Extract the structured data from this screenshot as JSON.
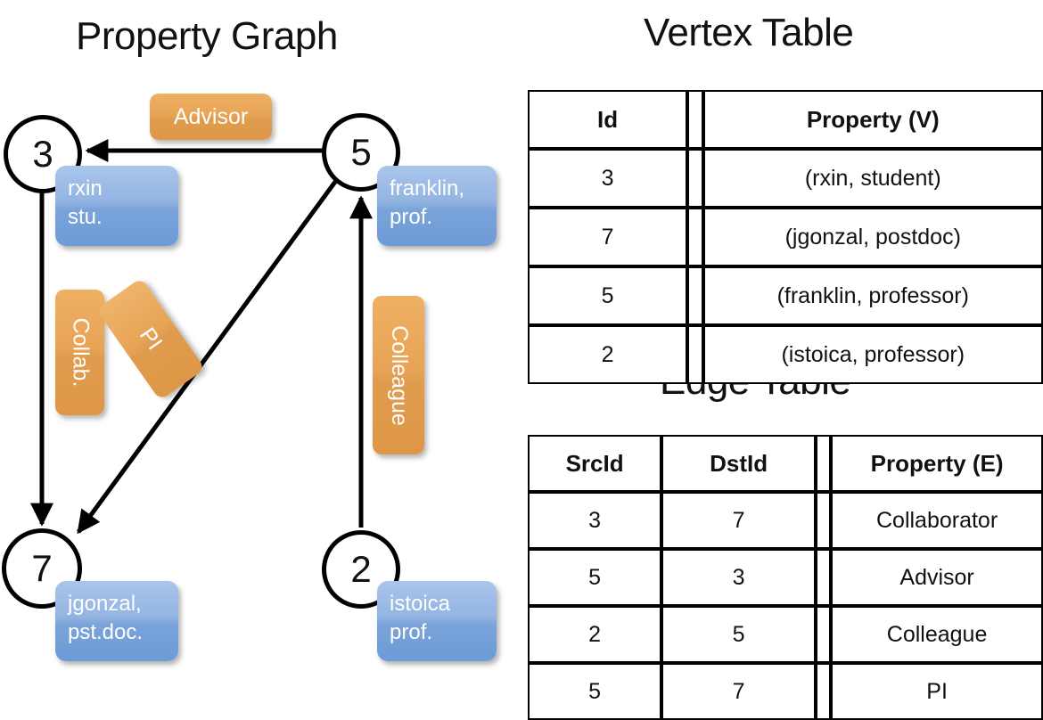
{
  "titles": {
    "property_graph": "Property Graph",
    "vertex_table": "Vertex Table",
    "edge_table": "Edge Table"
  },
  "graph": {
    "nodes": [
      {
        "id": "3",
        "property": "rxin\nstu."
      },
      {
        "id": "5",
        "property": "franklin,\nprof."
      },
      {
        "id": "7",
        "property": "jgonzal,\npst.doc."
      },
      {
        "id": "2",
        "property": "istoica\nprof."
      }
    ],
    "node_labels": {
      "n3": "3",
      "n5": "5",
      "n7": "7",
      "n2": "2"
    },
    "property_boxes": {
      "rxin_line1": "rxin",
      "rxin_line2": "stu.",
      "franklin_line1": "franklin,",
      "franklin_line2": "prof.",
      "jgonzal_line1": "jgonzal,",
      "jgonzal_line2": "pst.doc.",
      "istoica_line1": "istoica",
      "istoica_line2": "prof."
    },
    "edge_labels": {
      "advisor": "Advisor",
      "collab": "Collab.",
      "pi": "PI",
      "colleague": "Colleague"
    },
    "edges": [
      {
        "from": "5",
        "to": "3",
        "label": "Advisor"
      },
      {
        "from": "3",
        "to": "7",
        "label": "Collab."
      },
      {
        "from": "5",
        "to": "7",
        "label": "PI"
      },
      {
        "from": "2",
        "to": "5",
        "label": "Colleague"
      }
    ]
  },
  "vertex_table": {
    "headers": [
      "Id",
      "Property (V)"
    ],
    "rows": [
      {
        "id": "3",
        "property": "(rxin, student)"
      },
      {
        "id": "7",
        "property": "(jgonzal, postdoc)"
      },
      {
        "id": "5",
        "property": "(franklin, professor)"
      },
      {
        "id": "2",
        "property": "(istoica, professor)"
      }
    ]
  },
  "edge_table": {
    "headers": [
      "SrcId",
      "DstId",
      "Property (E)"
    ],
    "rows": [
      {
        "src": "3",
        "dst": "7",
        "property": "Collaborator"
      },
      {
        "src": "5",
        "dst": "3",
        "property": "Advisor"
      },
      {
        "src": "2",
        "dst": "5",
        "property": "Colleague"
      },
      {
        "src": "5",
        "dst": "7",
        "property": "PI"
      }
    ]
  },
  "colors": {
    "vertex_property_cell": "#d6e0f2",
    "edge_property_cell": "#f6dec2",
    "node_property_box": "#7aa3da",
    "edge_label_box": "#e8a457",
    "stroke": "#000000",
    "background": "#ffffff"
  }
}
